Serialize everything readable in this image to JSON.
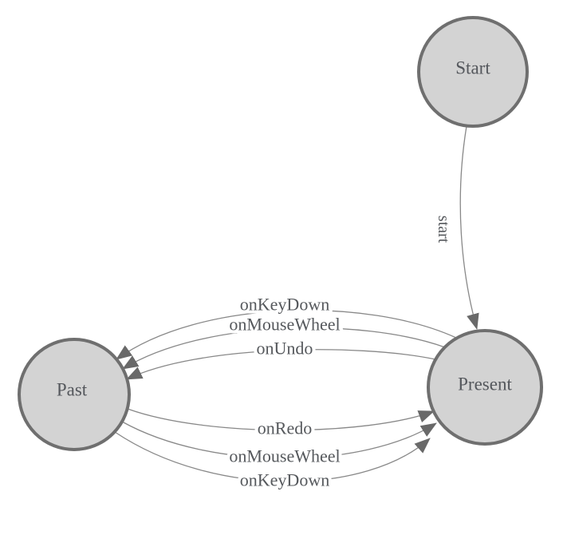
{
  "diagram": {
    "kind": "state-machine",
    "background_color": "#ffffff",
    "node_fill_color": "#d3d3d3",
    "node_border_color": "#6f6f6f",
    "edge_line_color": "#888888",
    "arrowhead_color": "#696969",
    "label_color": "#55585c",
    "nodes": [
      {
        "id": "start",
        "label": "Start"
      },
      {
        "id": "present",
        "label": "Present"
      },
      {
        "id": "past",
        "label": "Past"
      }
    ],
    "edges": [
      {
        "from": "Start",
        "to": "Present",
        "label": "start"
      },
      {
        "from": "Present",
        "to": "Past",
        "label": "onKeyDown"
      },
      {
        "from": "Present",
        "to": "Past",
        "label": "onMouseWheel"
      },
      {
        "from": "Present",
        "to": "Past",
        "label": "onUndo"
      },
      {
        "from": "Past",
        "to": "Present",
        "label": "onRedo"
      },
      {
        "from": "Past",
        "to": "Present",
        "label": "onMouseWheel"
      },
      {
        "from": "Past",
        "to": "Present",
        "label": "onKeyDown"
      }
    ]
  }
}
